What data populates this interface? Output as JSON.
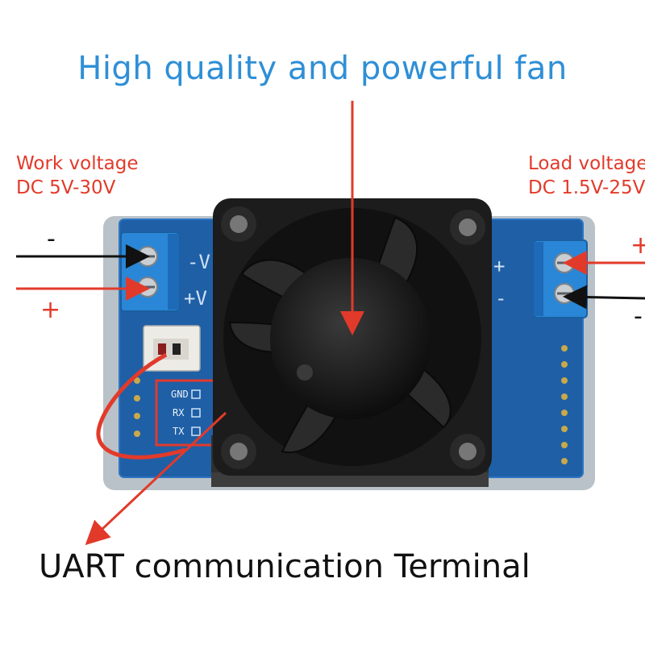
{
  "headline": "High quality and powerful fan",
  "work_voltage": {
    "line1": "Work voltage",
    "line2": "DC 5V-30V",
    "minus": "-",
    "plus": "+"
  },
  "load_voltage": {
    "line1": "Load voltage",
    "line2": "DC 1.5V-25V",
    "minus": "-",
    "plus": "+"
  },
  "footer_caption": "UART communication Terminal",
  "pcb_labels": {
    "left_minus": "-V",
    "left_plus": "+V",
    "right_plus": "+",
    "right_minus": "-",
    "pins": [
      "GND",
      "RX",
      "TX"
    ]
  },
  "colors": {
    "accent_blue": "#2f8fd6",
    "annotation_red": "#e23a2a",
    "pcb_blue": "#1f5fa6"
  }
}
